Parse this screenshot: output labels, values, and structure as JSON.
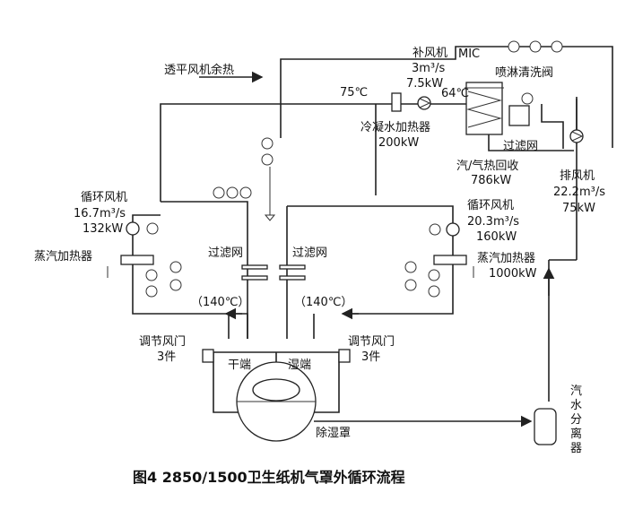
{
  "labels": {
    "tpfj": "透平风机余热",
    "bufengji": "补风机",
    "bufengji_flow": "3m³/s",
    "bufengji_power": "7.5kW",
    "mic": "MIC",
    "penlin": "喷淋清洗阀",
    "temp75": "75℃",
    "temp64": "64℃",
    "lengning": "冷凝水加热器",
    "lengning_power": "200kW",
    "guolv_right": "过滤网",
    "huishou": "汽/气热回收",
    "huishou_power": "786kW",
    "paifengji": "排风机",
    "paifengji_flow": "22.2m³/s",
    "paifengji_power": "75kW",
    "xh_left": "循环风机",
    "xh_left_flow": "16.7m³/s",
    "xh_left_power": "132kW",
    "xh_right": "循环风机",
    "xh_right_flow": "20.3m³/s",
    "xh_right_power": "160kW",
    "zq_left": "蒸汽加热器",
    "zq_right": "蒸汽加热器",
    "zq_right_power": "1000kW",
    "guolv_a": "过滤网",
    "guolv_b": "过滤网",
    "temp140_left": "（140℃）",
    "temp140_right": "（140℃）",
    "tj_left": "调节风门",
    "tj_left_count": "3件",
    "tj_right": "调节风门",
    "tj_right_count": "3件",
    "ganduan": "干端",
    "shiduan": "湿端",
    "chushizhao": "除湿罩",
    "separator": [
      "汽",
      "水",
      "分",
      "离",
      "器"
    ]
  },
  "caption": "图4    2850/1500卫生纸机气罩外循环流程"
}
